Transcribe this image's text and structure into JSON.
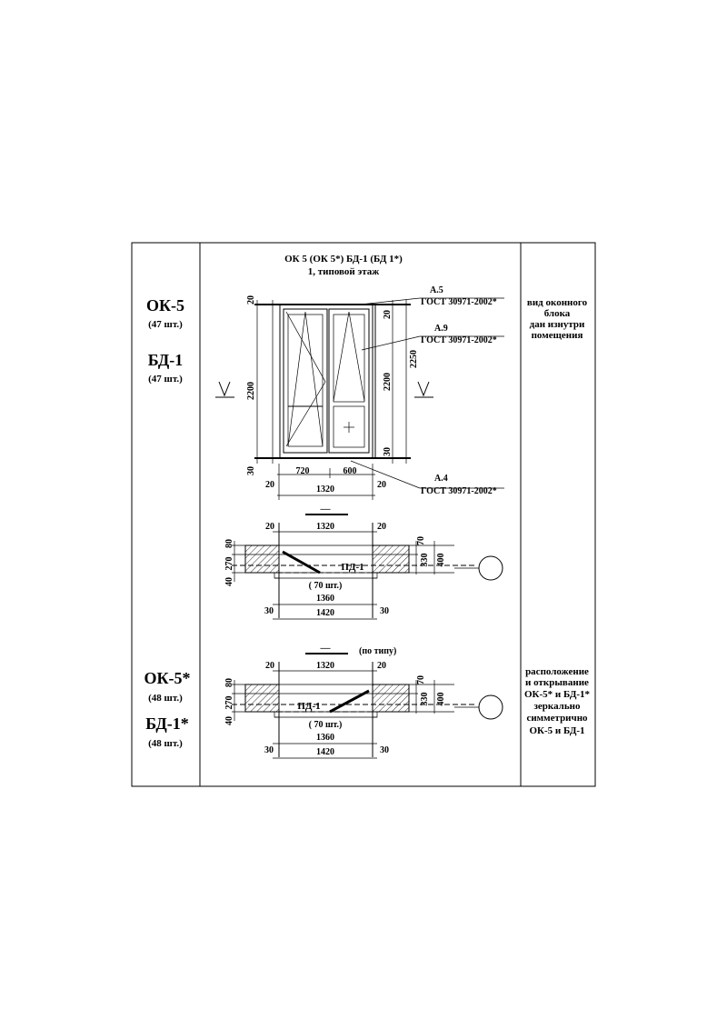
{
  "left_column": {
    "mark1": "ОК-5",
    "qty1": "(47 шт.)",
    "mark2": "БД-1",
    "qty2": "(47 шт.)",
    "mark3": "ОК-5*",
    "qty3": "(48 шт.)",
    "mark4": "БД-1*",
    "qty4": "(48 шт.)"
  },
  "drawing": {
    "title": "ОК 5 (ОК 5*)   БД-1 (БД 1*)",
    "subtitle": "1, типовой этаж",
    "callouts": [
      {
        "id": "А.5",
        "std": "ГОСТ 30971-2002*"
      },
      {
        "id": "А.9",
        "std": "ГОСТ 30971-2002*"
      },
      {
        "id": "А.4",
        "std": "ГОСТ 30971-2002*"
      }
    ],
    "elevation_dims": {
      "top": "20",
      "left_height": "2200",
      "bottom_left": "30",
      "right_top": "20",
      "right_height": "2200",
      "right_bottom": "30",
      "total_height": "2250",
      "w_left": "720",
      "w_right": "600",
      "side_left": "20",
      "side_right": "20",
      "width": "1320"
    },
    "plan1": {
      "section_label": "—",
      "dims": {
        "l": "20",
        "w": "1320",
        "r": "20",
        "d80": "80",
        "d270": "270",
        "d40": "40",
        "d70": "70",
        "d330": "330",
        "d400": "400",
        "w2": "1360",
        "ol": "30",
        "w3": "1420",
        "or": "30"
      },
      "label": "ПД-1",
      "qty": "( 70 шт.)"
    },
    "plan2": {
      "section_label": "—",
      "note": "(по типу)",
      "dims": {
        "l": "20",
        "w": "1320",
        "r": "20",
        "d80": "80",
        "d270": "270",
        "d40": "40",
        "d70": "70",
        "d330": "330",
        "d400": "400",
        "w2": "1360",
        "ol": "30",
        "w3": "1420",
        "or": "30"
      },
      "label": "ПД-1",
      "qty": "( 70 шт.)"
    }
  },
  "right_column": {
    "note1": [
      "вид оконного",
      "блока",
      "дан изнутри",
      "помещения"
    ],
    "note2": [
      "расположение",
      "и открывание",
      "ОК-5* и БД-1*",
      "зеркально",
      "симметрично",
      "ОК-5 и БД-1"
    ]
  }
}
